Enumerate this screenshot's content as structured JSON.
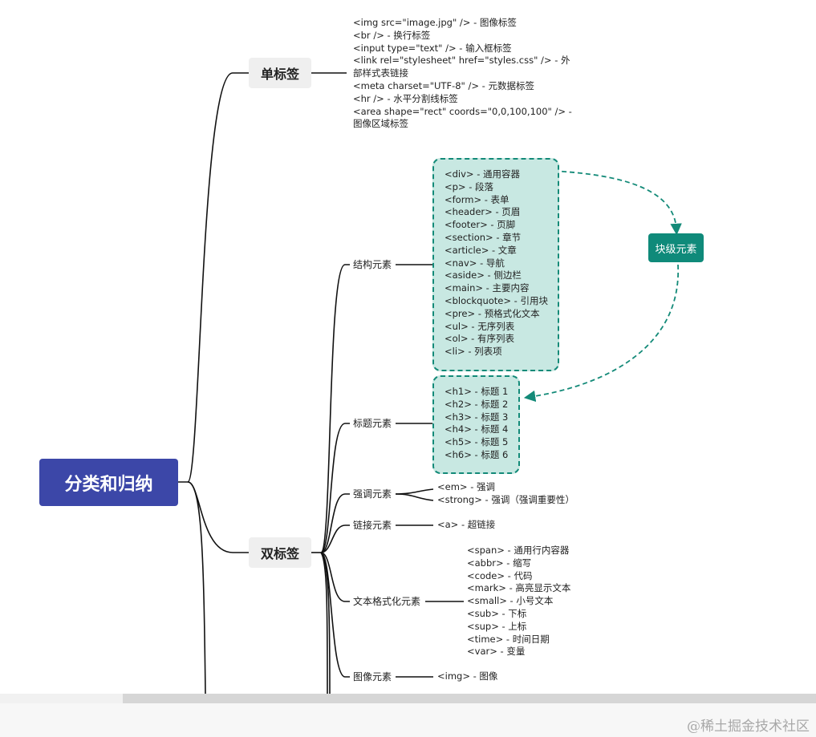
{
  "root": {
    "label": "分类和归纳",
    "color": "#3c47a8"
  },
  "single_tags": {
    "label": "单标签",
    "items": [
      "<img src=\"image.jpg\" /> - 图像标签",
      "<br /> - 换行标签",
      "<input type=\"text\" /> - 输入框标签",
      "<link rel=\"stylesheet\" href=\"styles.css\" /> - 外",
      "部样式表链接",
      "<meta charset=\"UTF-8\" /> - 元数据标签",
      "<hr /> - 水平分割线标签",
      "<area shape=\"rect\" coords=\"0,0,100,100\" /> -",
      "图像区域标签"
    ]
  },
  "double_tags": {
    "label": "双标签",
    "categories": [
      {
        "label": "结构元素",
        "items": [
          "<div> - 通用容器",
          "<p> - 段落",
          "<form> - 表单",
          "<header> - 页眉",
          "<footer> - 页脚",
          "<section> - 章节",
          "<article> - 文章",
          "<nav> - 导航",
          "<aside> - 侧边栏",
          "<main> - 主要内容",
          "<blockquote> - 引用块",
          "<pre> - 预格式化文本",
          "<ul> - 无序列表",
          "<ol> - 有序列表",
          "<li> - 列表项"
        ]
      },
      {
        "label": "标题元素",
        "items": [
          "<h1> - 标题 1",
          "<h2> - 标题 2",
          "<h3> - 标题 3",
          "<h4> - 标题 4",
          "<h5> - 标题 5",
          "<h6> - 标题 6"
        ]
      },
      {
        "label": "强调元素",
        "items": [
          "<em> - 强调",
          "<strong> - 强调（强调重要性）"
        ]
      },
      {
        "label": "链接元素",
        "items": [
          "<a> - 超链接"
        ]
      },
      {
        "label": "文本格式化元素",
        "items": [
          "<span> - 通用行内容器",
          "<abbr> - 缩写",
          "<code> - 代码",
          "<mark> - 高亮显示文本",
          "<small> - 小号文本",
          "<sub> - 下标",
          "<sup> - 上标",
          "<time> - 时间日期",
          "<var> - 变量"
        ]
      },
      {
        "label": "图像元素",
        "items": [
          "<img> - 图像"
        ]
      }
    ]
  },
  "annotation": {
    "label": "块级元素",
    "color": "#0f8a7a",
    "group_fill": "#c8e8e2"
  },
  "watermark": "@稀土掘金技术社区"
}
